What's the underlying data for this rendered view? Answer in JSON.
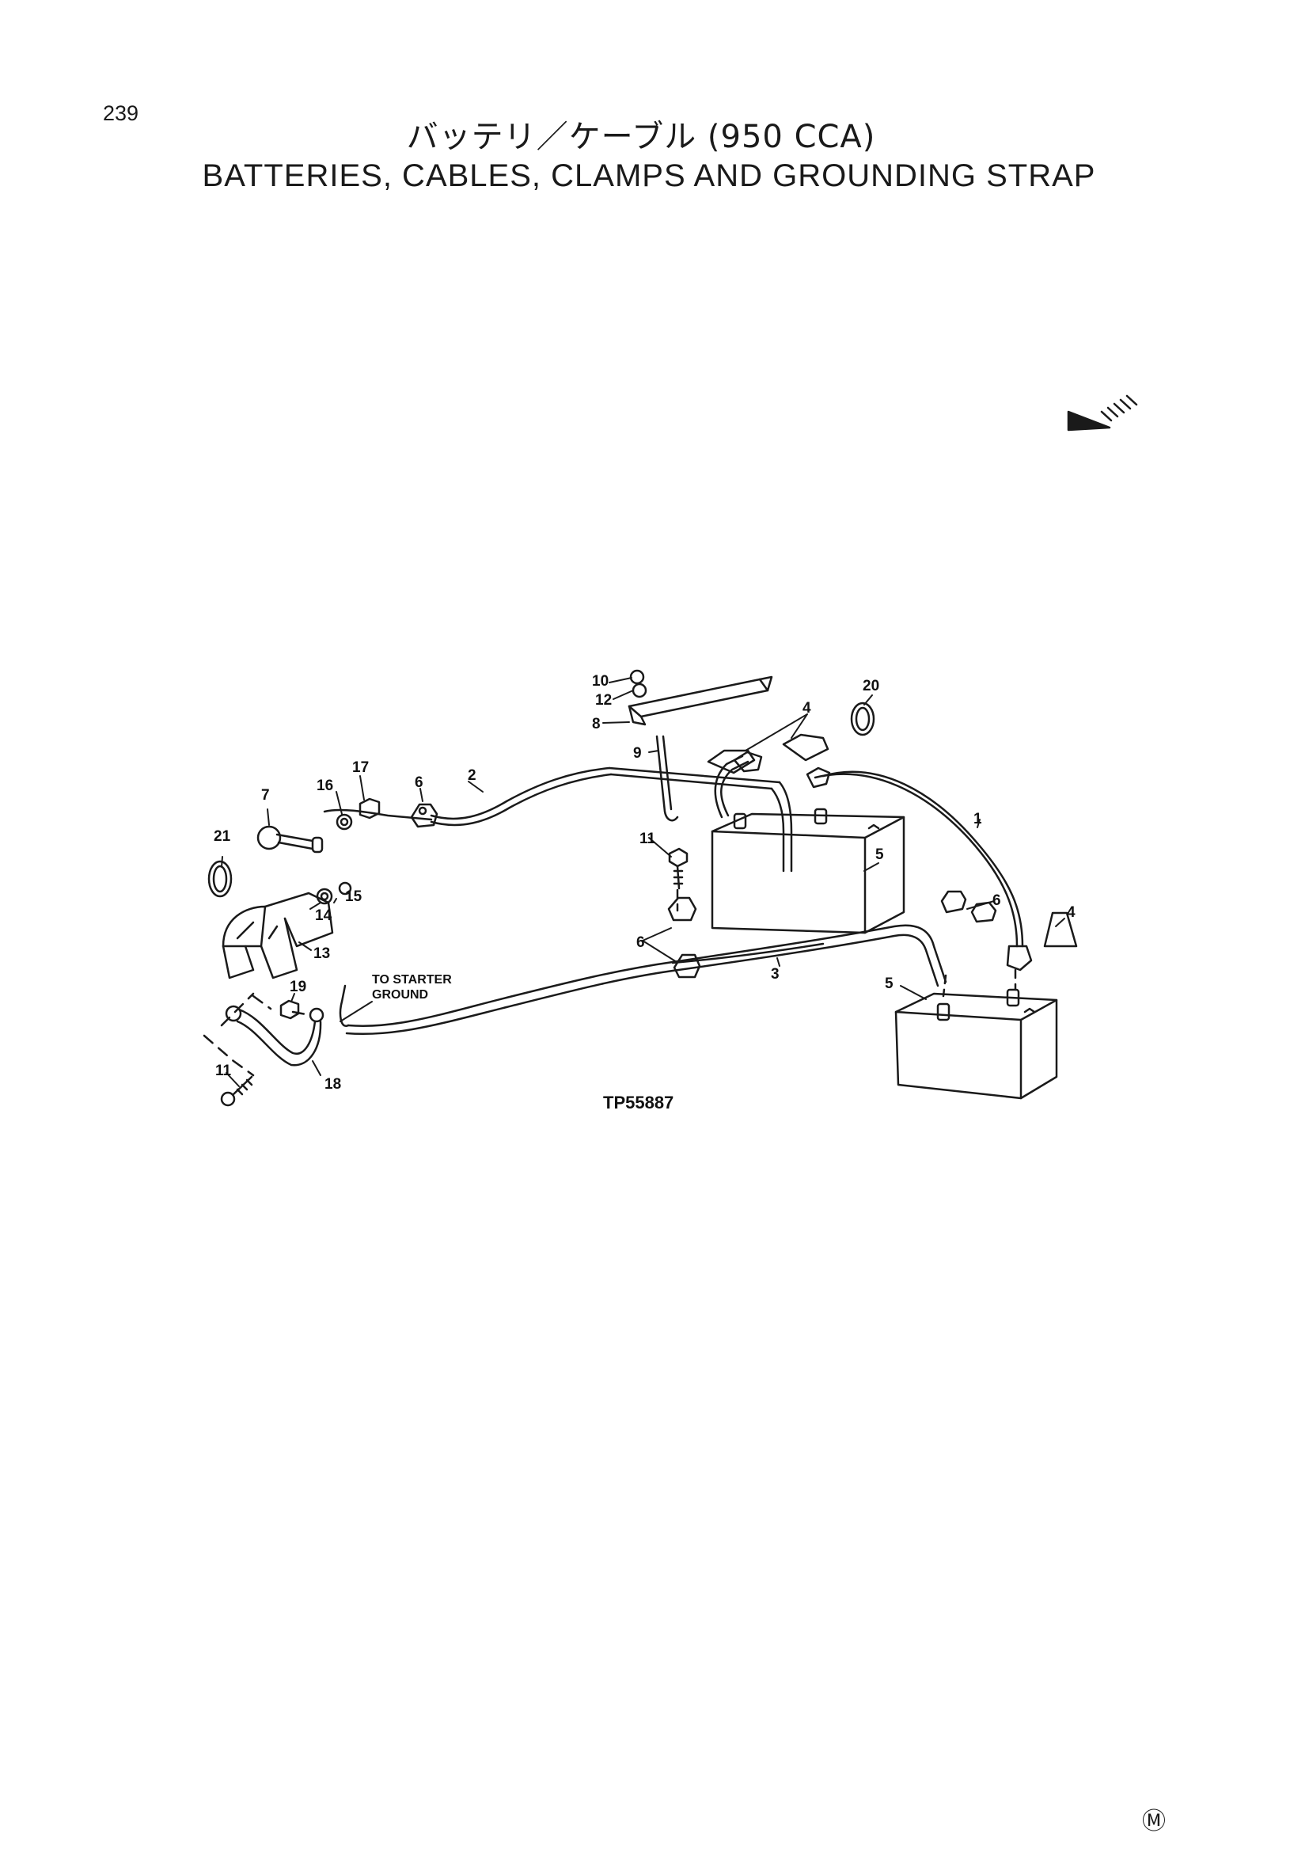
{
  "page_number": "239",
  "title_ja": "バッテリ／ケーブル (950 CCA)",
  "title_en": "BATTERIES, CABLES, CLAMPS AND GROUNDING STRAP",
  "figure_id": "TP55887",
  "note_to_starter_line1": "TO STARTER",
  "note_to_starter_line2": "GROUND",
  "page_marker": "Ⓜ",
  "callouts": {
    "c1": "1",
    "c2": "2",
    "c3": "3",
    "c4a": "4",
    "c4b": "4",
    "c5a": "5",
    "c5b": "5",
    "c6a": "6",
    "c6b": "6",
    "c6c": "6",
    "c7": "7",
    "c8": "8",
    "c9": "9",
    "c10": "10",
    "c11a": "11",
    "c11b": "11",
    "c12": "12",
    "c13": "13",
    "c14": "14",
    "c15": "15",
    "c16": "16",
    "c17": "17",
    "c18": "18",
    "c19": "19",
    "c20": "20",
    "c21": "21"
  }
}
